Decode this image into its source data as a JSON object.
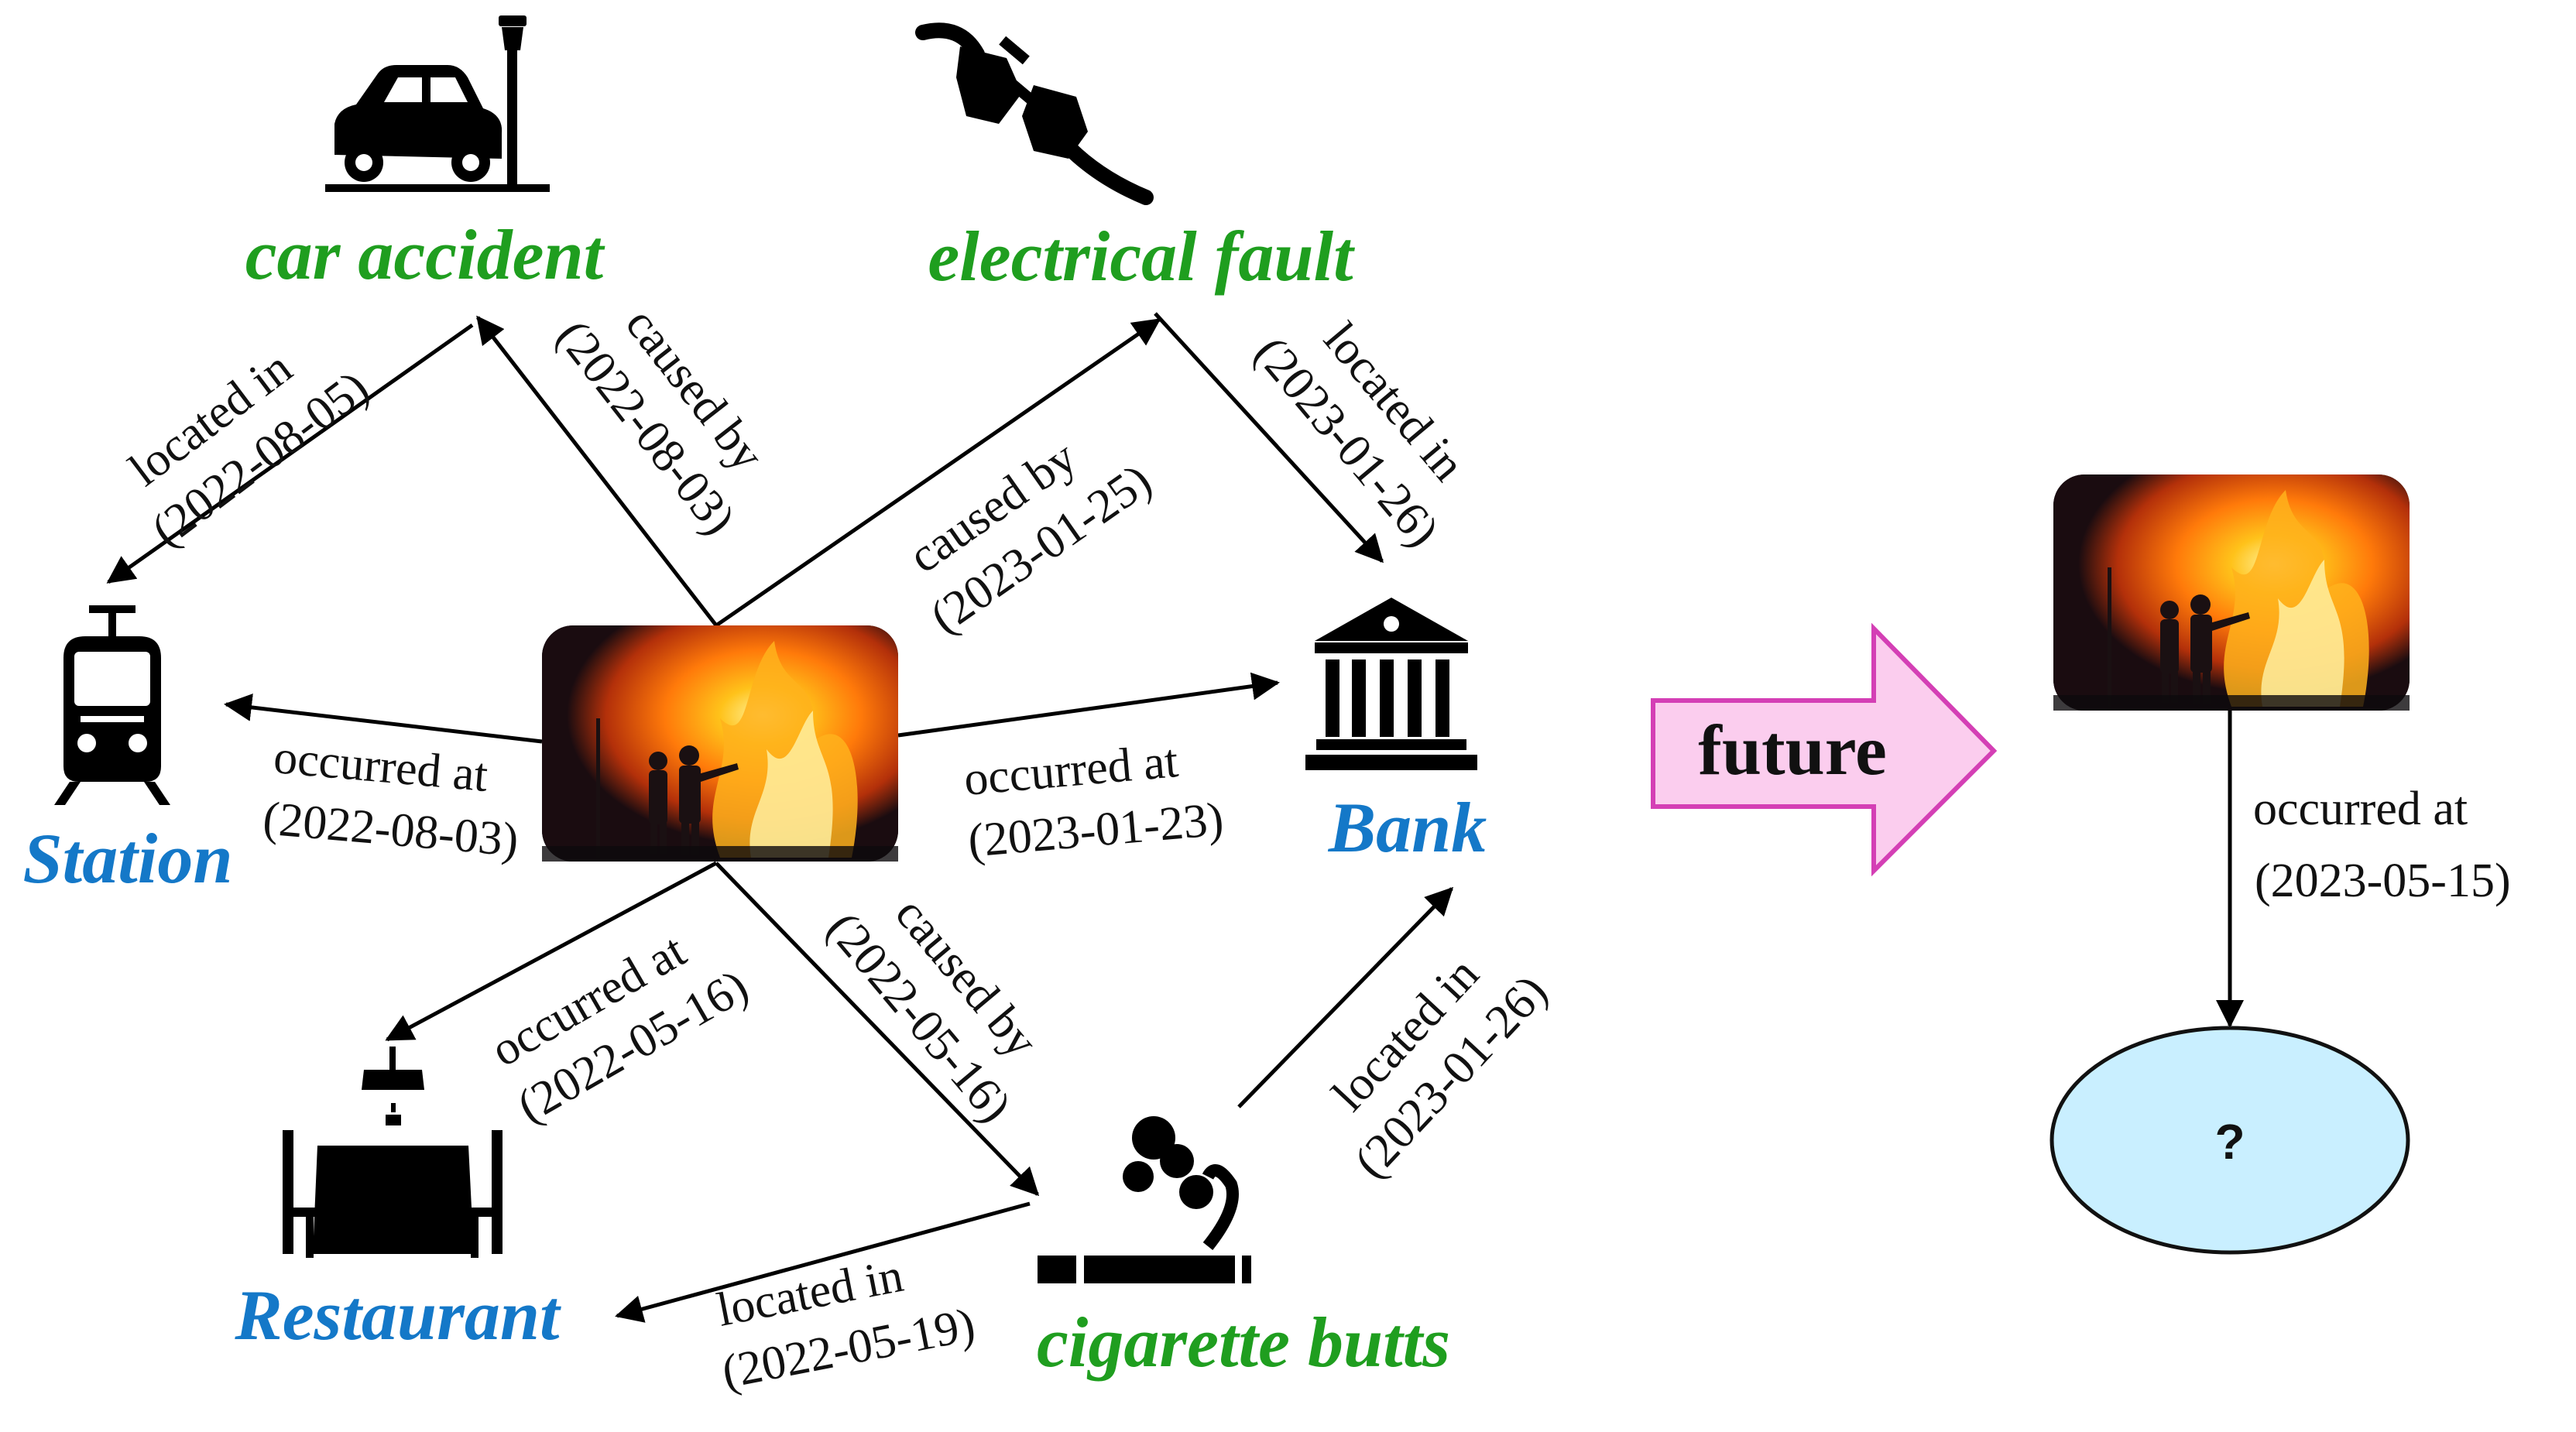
{
  "colors": {
    "cause_color": "#1f9e1f",
    "location_color": "#1478c8",
    "arrow": "#000000",
    "future_arrow_fill": "#fbcdee",
    "future_arrow_stroke": "#d43fb5",
    "unknown_fill": "#c9efff",
    "unknown_stroke": "#111111"
  },
  "nodes": {
    "car_accident": {
      "label": "car accident",
      "icon": "car-crash-icon"
    },
    "electrical_fault": {
      "label": "electrical fault",
      "icon": "plug-icon"
    },
    "station": {
      "label": "Station",
      "icon": "tram-icon"
    },
    "bank": {
      "label": "Bank",
      "icon": "bank-icon"
    },
    "restaurant": {
      "label": "Restaurant",
      "icon": "dining-table-icon"
    },
    "cigarette_butts": {
      "label": "cigarette butts",
      "icon": "cigarette-icon"
    },
    "fire_event": {
      "icon": "fire-photo"
    },
    "future_fire_event": {
      "icon": "fire-photo"
    },
    "unknown": {
      "label": "?"
    }
  },
  "edges": [
    {
      "id": "fire-station",
      "relation": "occurred at",
      "date": "(2022-08-03)"
    },
    {
      "id": "fire-car",
      "relation": "caused by",
      "date": "(2022-08-03)"
    },
    {
      "id": "car-station",
      "relation": "located in",
      "date": "(2022-08-05)"
    },
    {
      "id": "fire-electrical",
      "relation": "caused by",
      "date": "(2023-01-25)"
    },
    {
      "id": "electrical-bank",
      "relation": "located in",
      "date": "(2023-01-26)"
    },
    {
      "id": "fire-bank",
      "relation": "occurred at",
      "date": "(2023-01-23)"
    },
    {
      "id": "fire-restaurant",
      "relation": "occurred at",
      "date": "(2022-05-16)"
    },
    {
      "id": "fire-cigarette",
      "relation": "caused by",
      "date": "(2022-05-16)"
    },
    {
      "id": "cigarette-restaurant",
      "relation": "located in",
      "date": "(2022-05-19)"
    },
    {
      "id": "cigarette-bank",
      "relation": "located in",
      "date": "(2023-01-26)"
    },
    {
      "id": "future-unknown",
      "relation": "occurred at",
      "date": "(2023-05-15)"
    }
  ],
  "future": {
    "label": "future"
  }
}
